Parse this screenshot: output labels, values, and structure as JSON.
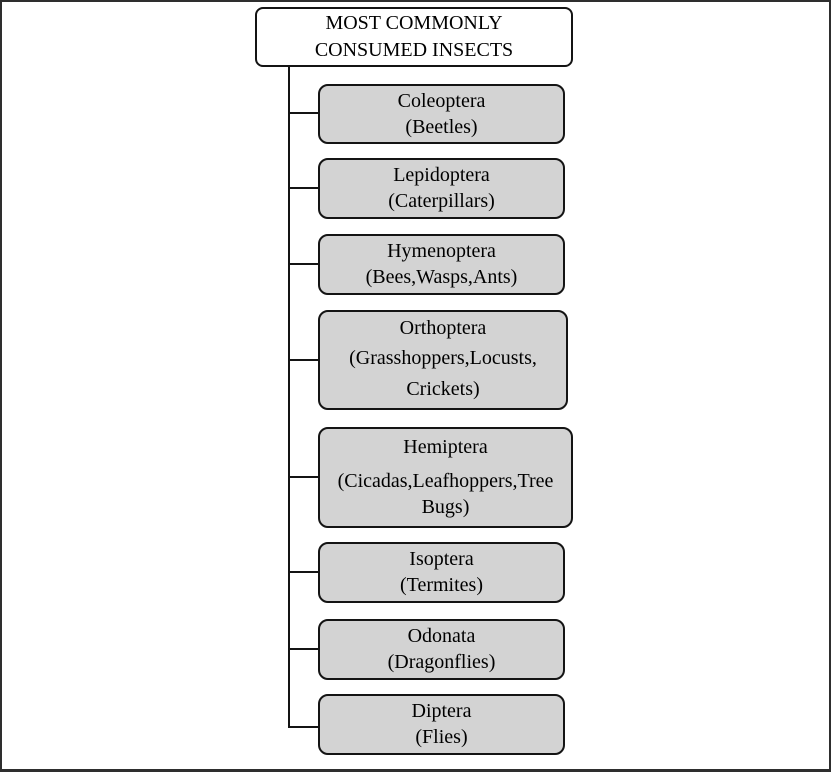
{
  "diagram": {
    "root": {
      "line1": "MOST COMMONLY",
      "line2": "CONSUMED INSECTS"
    },
    "nodes": [
      {
        "name": "Coleoptera",
        "common": "(Beetles)"
      },
      {
        "name": "Lepidoptera",
        "common": "(Caterpillars)"
      },
      {
        "name": "Hymenoptera",
        "common": "(Bees,Wasps,Ants)"
      },
      {
        "name": "Orthoptera",
        "common": "(Grasshoppers,Locusts, Crickets)"
      },
      {
        "name": "Hemiptera",
        "common": "(Cicadas,Leafhoppers,Tree Bugs)"
      },
      {
        "name": "Isoptera",
        "common": "(Termites)"
      },
      {
        "name": "Odonata",
        "common": "(Dragonflies)"
      },
      {
        "name": "Diptera",
        "common": "(Flies)"
      }
    ],
    "colors": {
      "node_fill": "#d3d3d3",
      "root_fill": "#ffffff",
      "line": "#141414",
      "frame": "#2e2e2e"
    }
  }
}
